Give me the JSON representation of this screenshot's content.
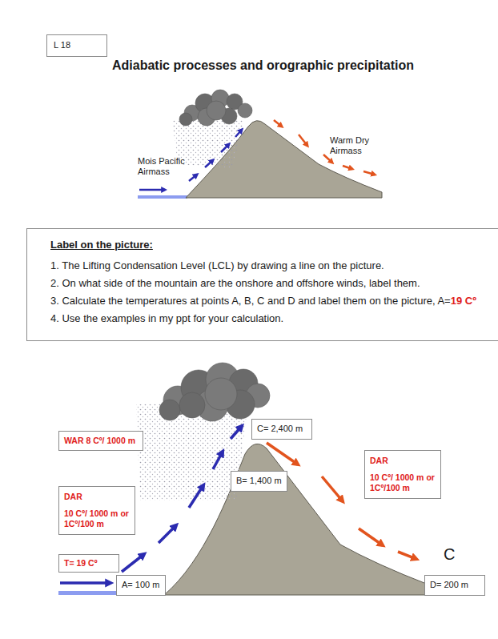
{
  "diagram": {
    "title": "Adiabatic processes and orographic precipitation",
    "nodes": [
      {
        "text": [
          "L 18"
        ]
      },
      {
        "text": [
          "Label on the picture:",
          "1. The Lifting Condensation Level (LCL) by drawing a line on the picture.",
          "2. On what side of the mountain are the onshore and offshore winds, label them.",
          "3. Calculate the temperatures at points A, B, C and D and label them on the picture, A=",
          "19 Cº",
          "4. Use the examples in my ppt for your calculation."
        ]
      },
      {
        "text": [
          "WAR 8 Cº/ 1000 m"
        ]
      },
      {
        "text": [
          "DAR",
          "10 Cº/ 1000 m or 1Cº/100 m"
        ]
      },
      {
        "text": [
          "T= 19 Cº"
        ]
      },
      {
        "text": [
          "A= 100 m"
        ]
      },
      {
        "text": [
          "C= 2,400 m"
        ]
      },
      {
        "text": [
          "B= 1,400 m"
        ]
      },
      {
        "text": [
          "DAR",
          "10 Cº/ 1000 m or 1Cº/100 m"
        ]
      },
      {
        "text": [
          "D= 200 m"
        ]
      }
    ],
    "labels": [
      "Mois Pacific Airmass",
      "Warm Dry Airmass",
      "C"
    ]
  }
}
